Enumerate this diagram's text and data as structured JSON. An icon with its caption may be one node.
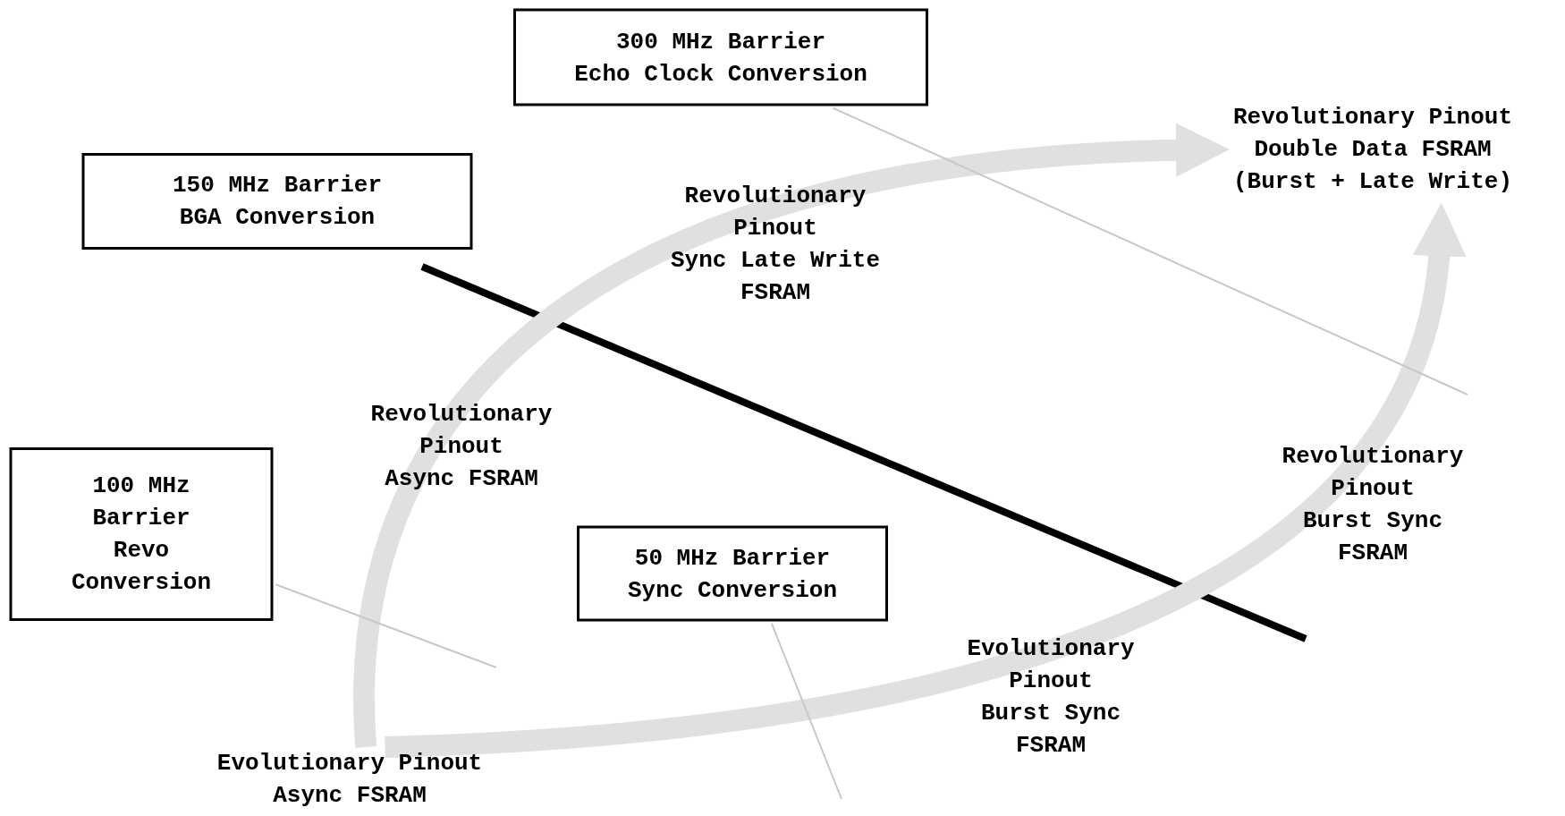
{
  "diagram": {
    "nodes": [
      {
        "text": [
          "300 MHz Barrier",
          "Echo Clock Conversion"
        ]
      },
      {
        "text": [
          "Revolutionary Pinout Double Data FSRAM (Burst + Late Write)"
        ]
      },
      {
        "text": [
          "150 MHz Barrier",
          "BGA Conversion"
        ]
      },
      {
        "text": [
          "Revolutionary Pinout",
          "Sync Late Write FSRAM"
        ]
      },
      {
        "text": [
          "Revolutionary Pinout",
          "Async FSRAM"
        ]
      },
      {
        "text": [
          "100 MHz Barrier Revo Conversion"
        ]
      },
      {
        "text": [
          "Revolutionary Pinout",
          "Burst Sync FSRAM"
        ]
      },
      {
        "text": [
          "50 MHz Barrier",
          "Sync Conversion"
        ]
      },
      {
        "text": [
          "Evolutionary Pinout",
          "Burst Sync FSRAM"
        ]
      },
      {
        "text": [
          "Evolutionary Pinout Async FSRAM"
        ]
      }
    ],
    "edges": [
      {
        "from": 9,
        "to": 1,
        "arrow": "to",
        "style": "thick",
        "color": "#e0e0e0"
      },
      {
        "from": 9,
        "to": 1,
        "arrow": "to",
        "style": "thick",
        "color": "#e0e0e0"
      },
      {
        "from": 0,
        "to": null,
        "arrow": "none"
      },
      {
        "from": 5,
        "to": null,
        "arrow": "none"
      },
      {
        "from": 7,
        "to": null,
        "arrow": "none"
      }
    ]
  }
}
